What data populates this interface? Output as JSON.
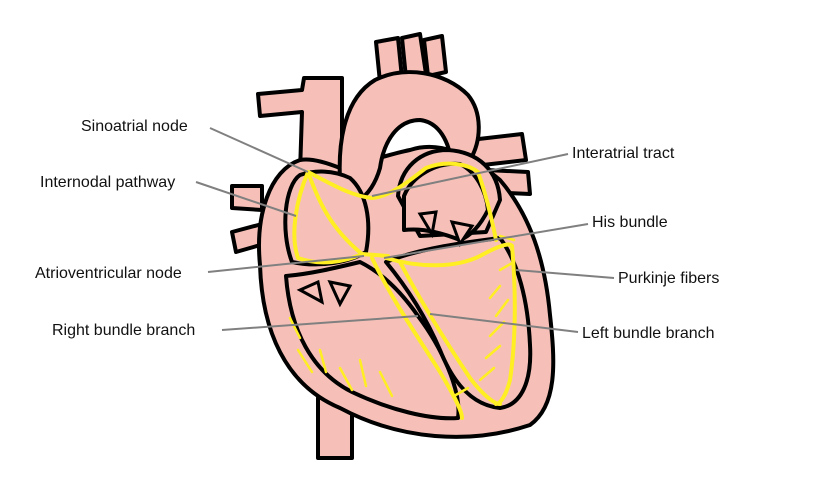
{
  "labels": {
    "sinoatrial_node": "Sinoatrial node",
    "internodal_pathway": "Internodal pathway",
    "atrioventricular_node": "Atrioventricular node",
    "right_bundle_branch": "Right bundle branch",
    "interatrial_tract": "Interatrial tract",
    "his_bundle": "His bundle",
    "purkinje_fibers": "Purkinje fibers",
    "left_bundle_branch": "Left bundle branch"
  },
  "colors": {
    "heart_fill": "#f6c0b8",
    "outline": "#000000",
    "conduction_path": "#ffee22",
    "leader_line": "#808080"
  }
}
